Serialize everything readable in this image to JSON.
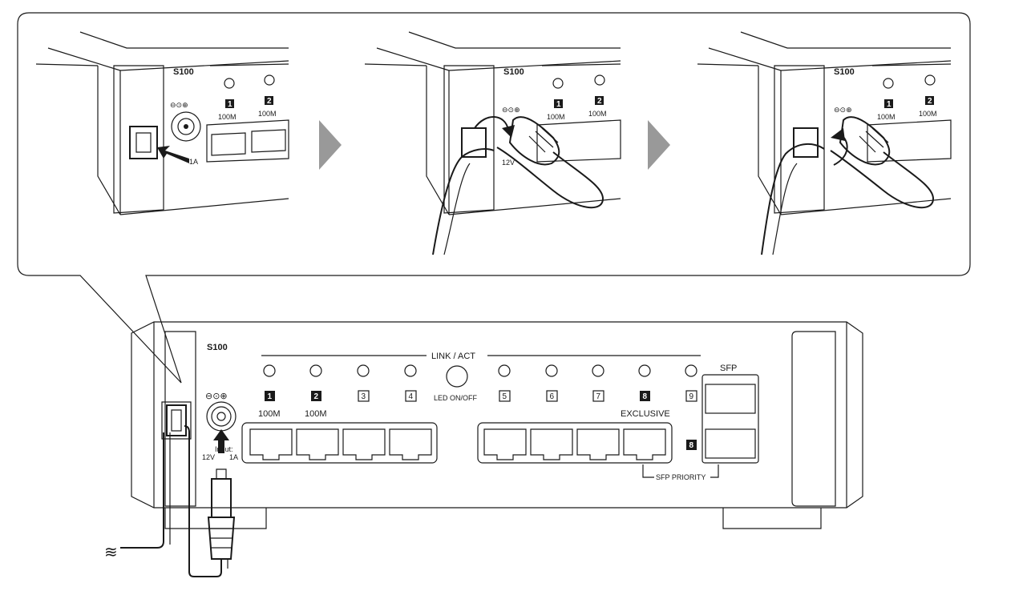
{
  "device": {
    "model": "S100",
    "led_header": "LINK / ACT",
    "led_button": "LED ON/OFF",
    "sfp_label": "SFP",
    "sfp_priority": "SFP PRIORITY",
    "exclusive_label": "EXCLUSIVE",
    "speed_labels": [
      "100M",
      "100M"
    ],
    "power_symbol": "⊖⊙⊕",
    "power_input_label": "Input:",
    "power_rating_left": "12V",
    "power_rating_right": "1A",
    "ports_left": [
      {
        "num": "1",
        "inverted": true
      },
      {
        "num": "2",
        "inverted": true
      },
      {
        "num": "3",
        "inverted": false
      },
      {
        "num": "4",
        "inverted": false
      }
    ],
    "ports_right": [
      {
        "num": "5",
        "inverted": false
      },
      {
        "num": "6",
        "inverted": false
      },
      {
        "num": "7",
        "inverted": false
      },
      {
        "num": "8",
        "inverted": true
      }
    ],
    "sfp_ports": [
      {
        "num": "9",
        "inverted": false
      },
      {
        "num": "8",
        "inverted": true
      }
    ]
  },
  "steps": [
    {
      "model": "S100",
      "port_nums": [
        "1",
        "2"
      ],
      "speed": [
        "100M",
        "100M"
      ],
      "rating": "1A"
    },
    {
      "model": "S100",
      "port_nums": [
        "1",
        "2"
      ],
      "speed": [
        "100M",
        "100M"
      ],
      "rating": "12V"
    },
    {
      "model": "S100",
      "port_nums": [
        "1",
        "2"
      ],
      "speed": [
        "100M",
        "100M"
      ],
      "rating": ""
    }
  ],
  "colors": {
    "line": "#1a1a1a",
    "arrow_gray": "#999999",
    "background": "#ffffff"
  }
}
